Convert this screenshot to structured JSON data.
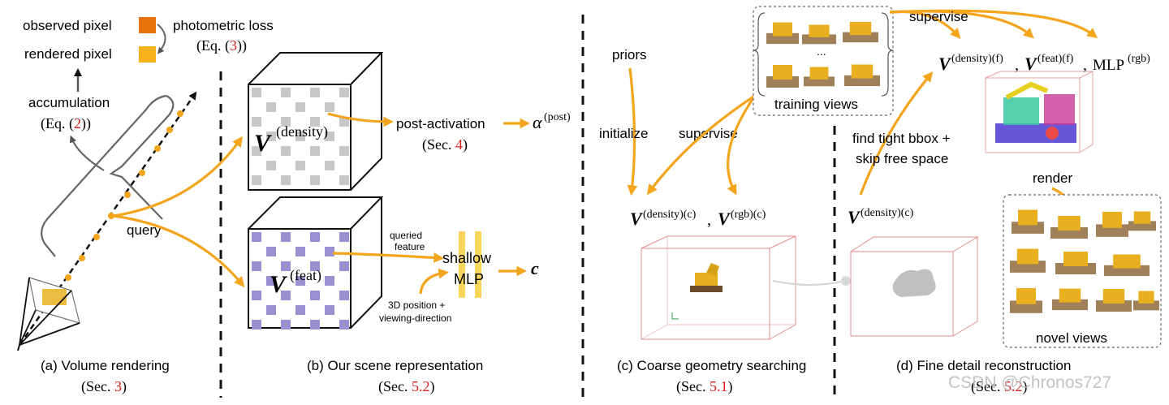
{
  "panel_a": {
    "observed_pixel": "observed pixel",
    "rendered_pixel": "rendered pixel",
    "photometric_loss": "photometric loss",
    "eq3": {
      "pre": "(Eq. (",
      "ref": "3",
      "post": "))"
    },
    "accumulation": "accumulation",
    "eq2": {
      "pre": "(Eq. (",
      "ref": "2",
      "post": "))"
    },
    "query": "query",
    "caption": "(a) Volume rendering",
    "sec": {
      "pre": "(Sec. ",
      "ref": "3",
      "post": ")"
    }
  },
  "panel_b": {
    "density_sup": "(density)",
    "post_activation": "post-activation",
    "sec4": {
      "pre": "(Sec. ",
      "ref": "4",
      "post": ")"
    },
    "alpha_sup": "(post)",
    "feat_sup": "(feat)",
    "queried_feature_1": "queried",
    "queried_feature_2": "feature",
    "shallow": "shallow",
    "mlp": "MLP",
    "c": "c",
    "pos_dir_1": "3D position +",
    "pos_dir_2": "viewing-direction",
    "caption": "(b) Our scene representation",
    "sec": {
      "pre": "(Sec. ",
      "ref": "5.2",
      "post": ")"
    }
  },
  "panel_c": {
    "priors": "priors",
    "initialize": "initialize",
    "supervise": "supervise",
    "density_c_sup": "(density)(c)",
    "rgb_c_sup": "(rgb)(c)",
    "caption": "(c) Coarse geometry searching",
    "sec": {
      "pre": "(Sec. ",
      "ref": "5.1",
      "post": ")"
    }
  },
  "panel_d": {
    "ellipsis": "...",
    "training_views": "training views",
    "supervise": "supervise",
    "density_f_sup": "(density)(f)",
    "feat_f_sup": "(feat)(f)",
    "mlp_rgb": "MLP",
    "mlp_rgb_sup": "(rgb)",
    "find_bbox_1": "find tight bbox +",
    "find_bbox_2": "skip free space",
    "density_c_sup": "(density)(c)",
    "render": "render",
    "novel_views": "novel views",
    "caption": "(d) Fine detail reconstruction",
    "sec": {
      "pre": "(Sec. ",
      "ref": "5.2",
      "post": ")"
    }
  },
  "watermark": "CSDN @Chronos727",
  "colors": {
    "observed": "#e8720c",
    "rendered": "#f7b21a",
    "arrow": "#f3a51d",
    "ref_red": "#d92020",
    "density_cube": "#c8c8c8",
    "feat_cube": "#9b8fd0"
  }
}
